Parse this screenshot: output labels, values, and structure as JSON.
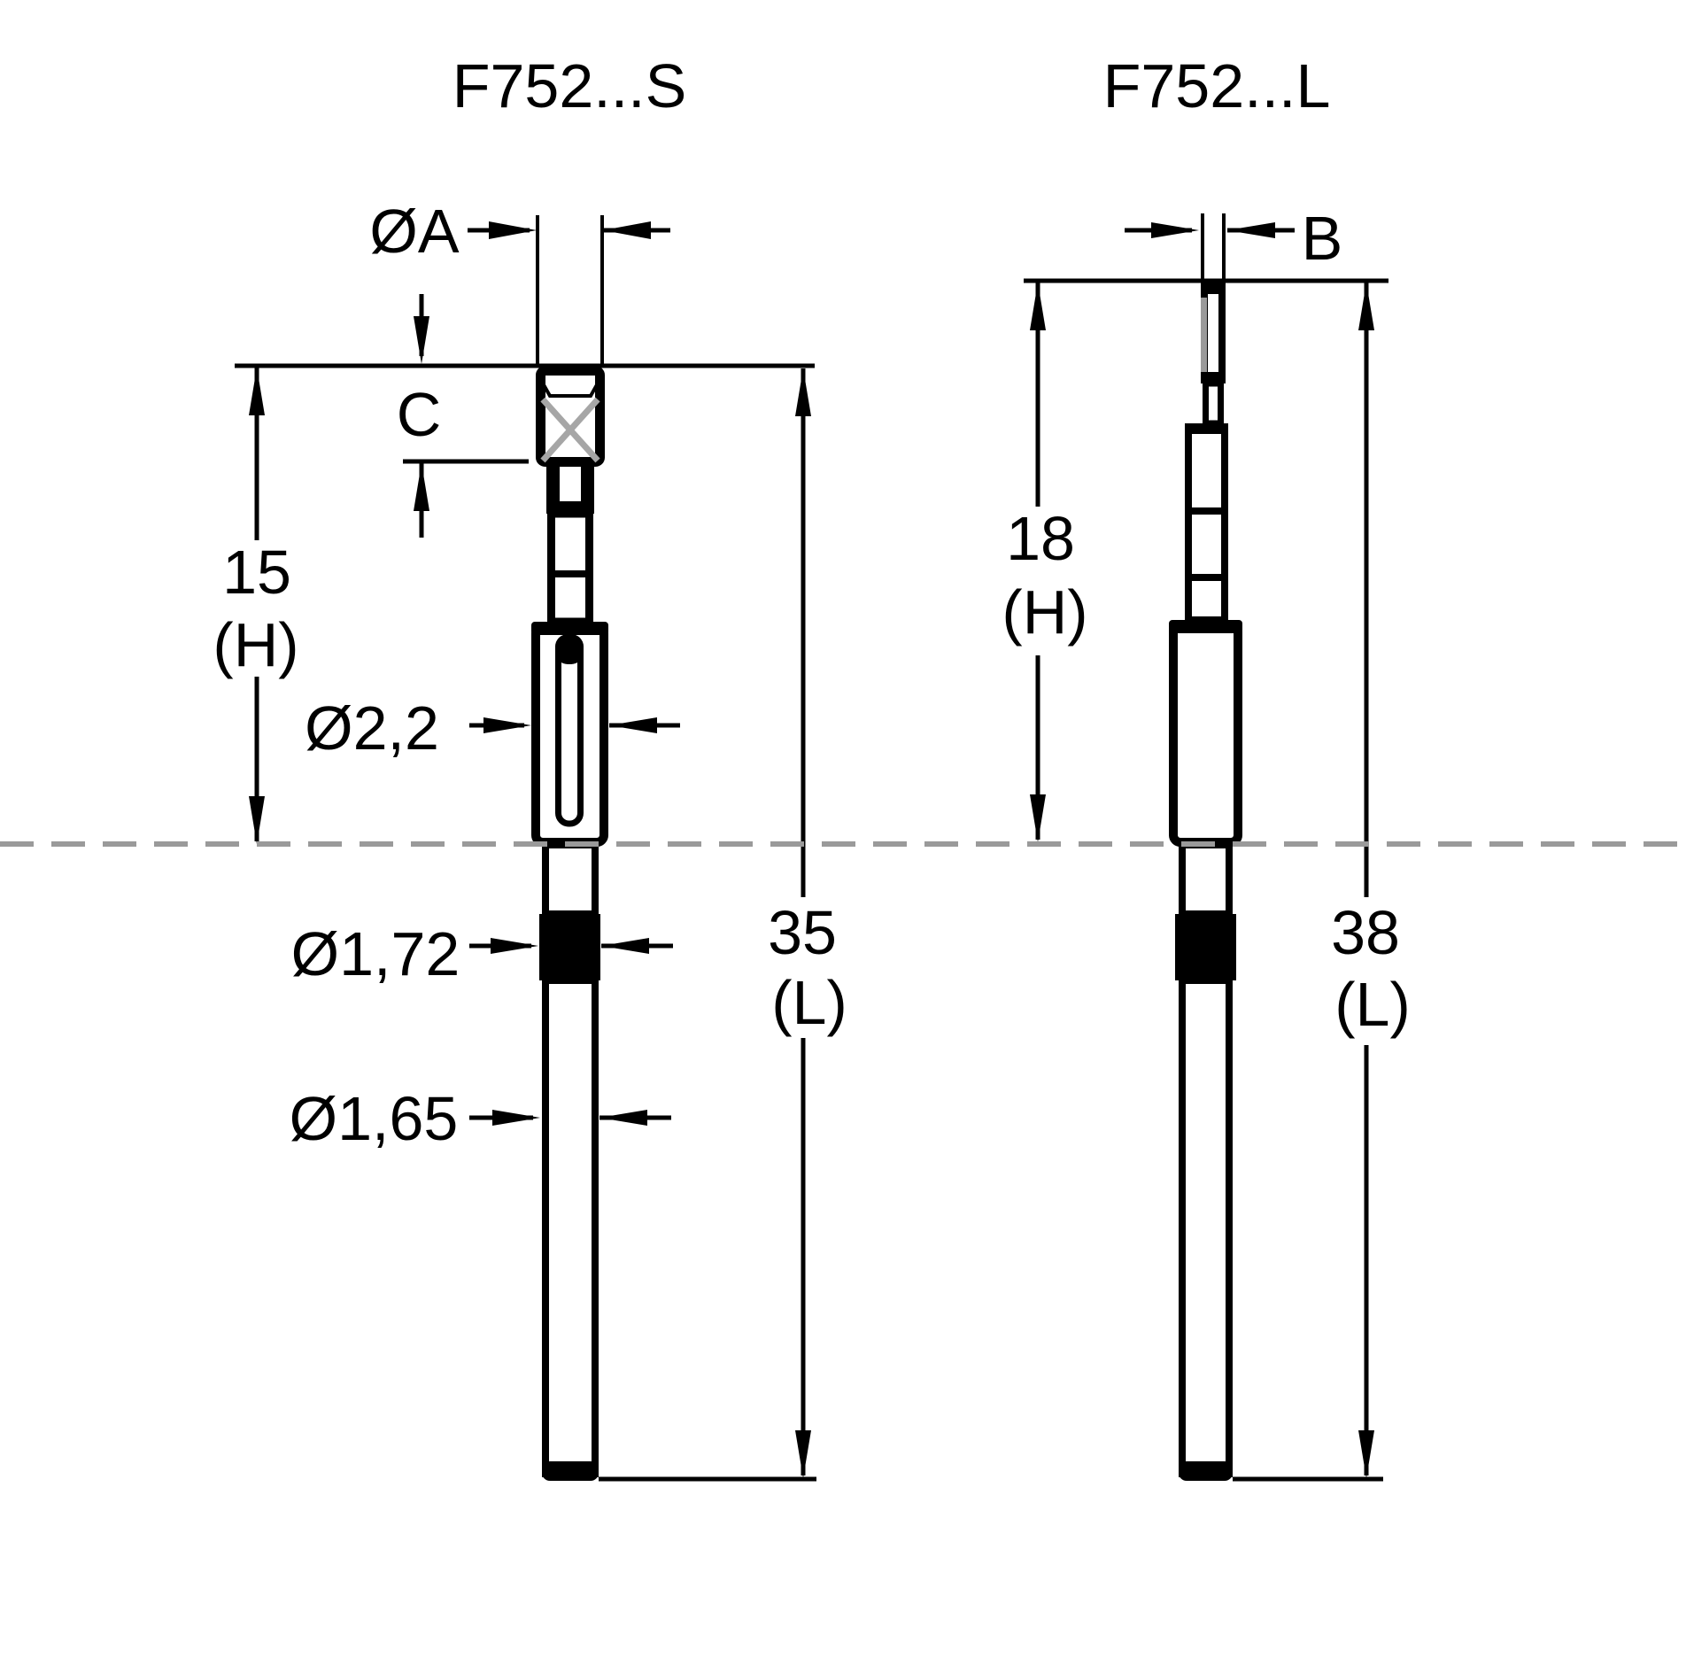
{
  "drawing": {
    "probe_s": {
      "title": "F752...S",
      "dims": {
        "tip_diameter": "ØA",
        "tip_length": "C",
        "height_value": "15",
        "height_ref": "(H)",
        "barrel_diameter": "Ø2,2",
        "collar_diameter": "Ø1,72",
        "shaft_diameter": "Ø1,65",
        "length_value": "35",
        "length_ref": "(L)"
      }
    },
    "probe_l": {
      "title": "F752...L",
      "dims": {
        "tip_diameter": "B",
        "height_value": "18",
        "height_ref": "(H)",
        "length_value": "38",
        "length_ref": "(L)"
      }
    },
    "colors": {
      "ink": "#000000",
      "reference_gray": "#9a9a9a",
      "hatch_gray": "#a6a6a6"
    }
  }
}
